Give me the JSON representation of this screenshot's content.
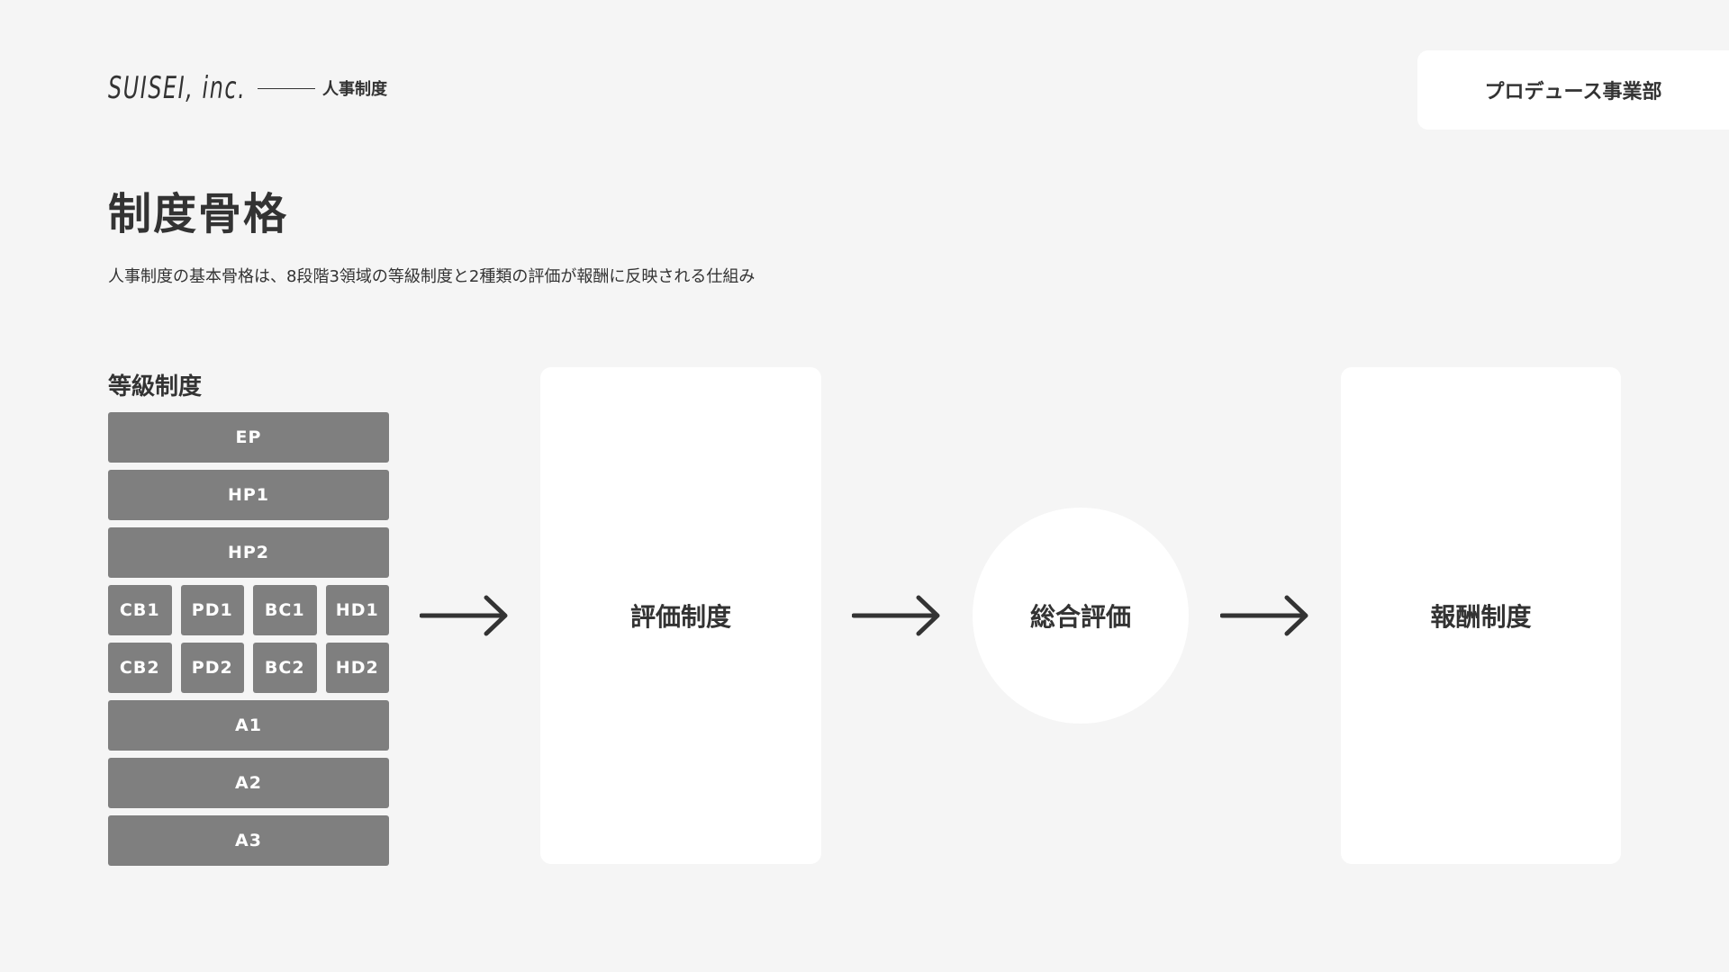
{
  "header": {
    "logo": "SUISEI, inc.",
    "subtitle": "人事制度",
    "department": "プロデュース事業部"
  },
  "page": {
    "title": "制度骨格",
    "description": "人事制度の基本骨格は、8段階3領域の等級制度と2種類の評価が報酬に反映される仕組み"
  },
  "grade_system": {
    "label": "等級制度",
    "rows": [
      [
        "EP"
      ],
      [
        "HP1"
      ],
      [
        "HP2"
      ],
      [
        "CB1",
        "PD1",
        "BC1",
        "HD1"
      ],
      [
        "CB2",
        "PD2",
        "BC2",
        "HD2"
      ],
      [
        "A1"
      ],
      [
        "A2"
      ],
      [
        "A3"
      ]
    ]
  },
  "flow": {
    "evaluation": "評価制度",
    "overall": "総合評価",
    "compensation": "報酬制度"
  },
  "colors": {
    "background": "#f5f5f5",
    "grade_fill": "#7f7f7f",
    "card": "#ffffff",
    "text": "#333333"
  }
}
